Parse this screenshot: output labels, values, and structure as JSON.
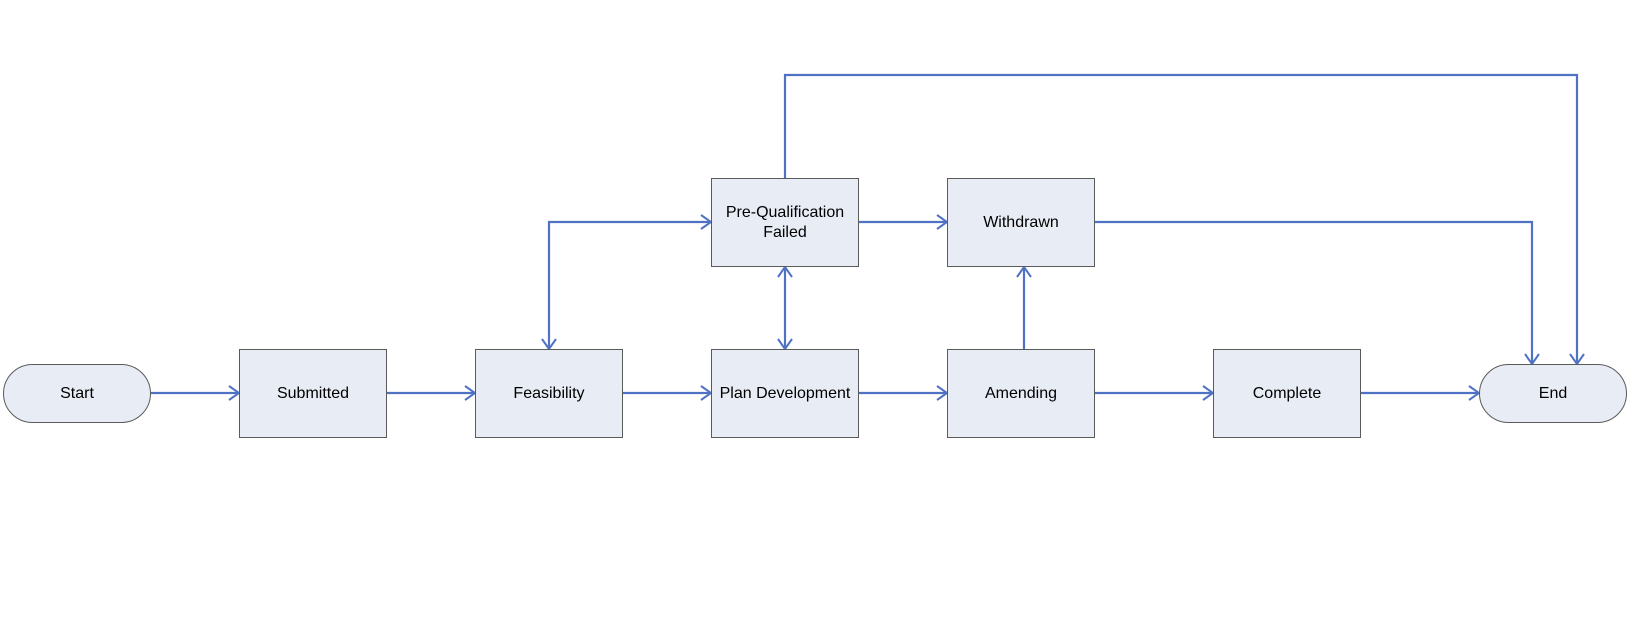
{
  "colors": {
    "node_fill": "#e8ecf5",
    "node_border": "#5a5a5a",
    "edge": "#4f72c4"
  },
  "nodes": {
    "start": "Start",
    "submitted": "Submitted",
    "feasibility": "Feasibility",
    "plan_development": "Plan Development",
    "amending": "Amending",
    "complete": "Complete",
    "end": "End",
    "prequalification_failed": "Pre-Qualification\nFailed",
    "withdrawn": "Withdrawn"
  },
  "edges": [
    {
      "from": "start",
      "to": "submitted"
    },
    {
      "from": "submitted",
      "to": "feasibility"
    },
    {
      "from": "feasibility",
      "to": "plan_development"
    },
    {
      "from": "plan_development",
      "to": "amending"
    },
    {
      "from": "amending",
      "to": "complete"
    },
    {
      "from": "complete",
      "to": "end"
    },
    {
      "from": "feasibility",
      "to": "prequalification_failed",
      "bidirectional": true
    },
    {
      "from": "plan_development",
      "to": "prequalification_failed",
      "bidirectional": true
    },
    {
      "from": "prequalification_failed",
      "to": "withdrawn"
    },
    {
      "from": "amending",
      "to": "withdrawn"
    },
    {
      "from": "withdrawn",
      "to": "end"
    },
    {
      "from": "prequalification_failed",
      "to": "end"
    }
  ]
}
